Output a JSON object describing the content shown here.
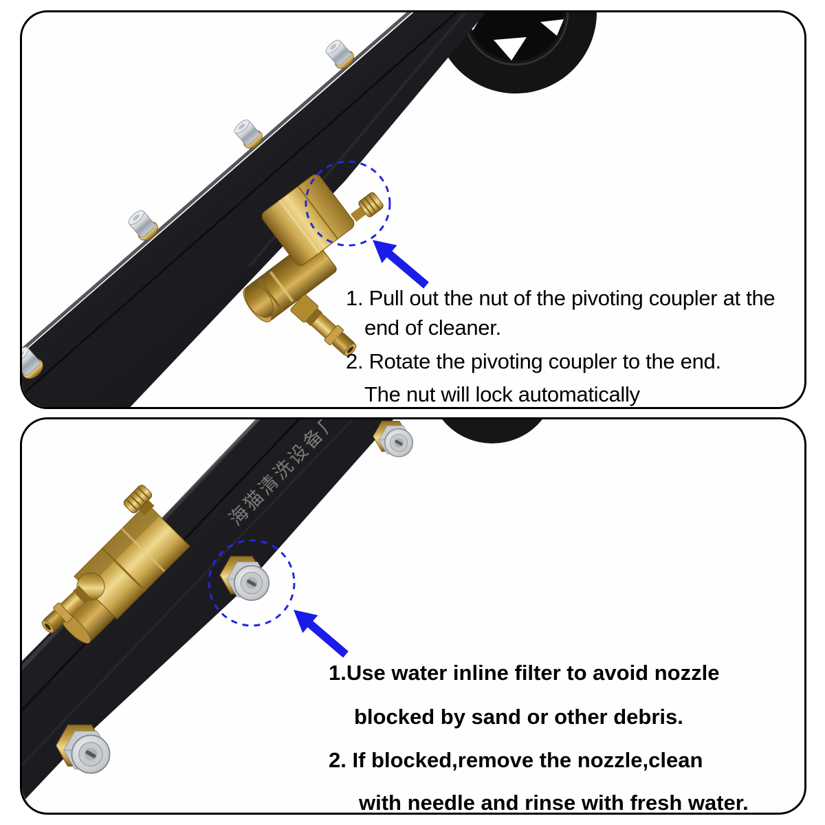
{
  "page": {
    "background": "#ffffff"
  },
  "annotation": {
    "blue": "#1c1ce8"
  },
  "materials": {
    "brass": "#caa64e",
    "chrome": "#c2c8ce",
    "bar_black": "#1b1b1f"
  },
  "top_panel": {
    "instruction_lines": [
      "1. Pull out the nut of the pivoting coupler at the",
      "end of cleaner.",
      "2. Rotate the pivoting coupler to the end.",
      "The nut will lock automatically"
    ]
  },
  "bottom_panel": {
    "bar_etched_text": "海猫清洗设备厂",
    "instruction_lines": [
      "1.Use water inline filter to avoid nozzle",
      "blocked by sand or other debris.",
      "2. If blocked,remove the nozzle,clean",
      "with needle and rinse with fresh water."
    ]
  }
}
